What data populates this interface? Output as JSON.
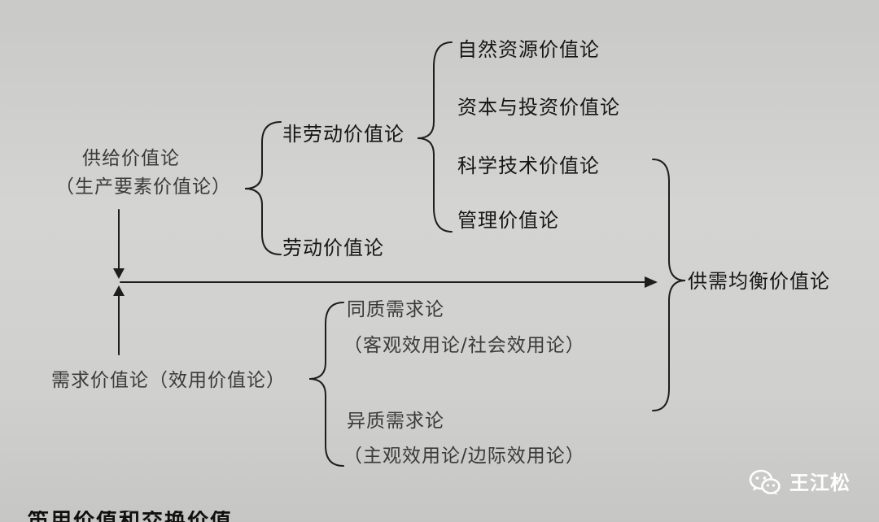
{
  "nodes": {
    "supply": "供给价值论",
    "supply_sub": "（生产要素价值论）",
    "non_labor": "非劳动价值论",
    "natural_resource": "自然资源价值论",
    "capital_investment": "资本与投资价值论",
    "science_tech": "科学技术价值论",
    "management": "管理价值论",
    "labor": "劳动价值论",
    "equilibrium": "供需均衡价值论",
    "demand": "需求价值论（效用价值论）",
    "homogeneous": "同质需求论",
    "homogeneous_sub": "（客观效用论/社会效用论）",
    "heterogeneous": "异质需求论",
    "heterogeneous_sub": "（主观效用论/边际效用论）"
  },
  "bottom_cut_text": "笛用价值和交换价值",
  "watermark": {
    "icon": "wechat-icon",
    "text": "王江松"
  },
  "colors": {
    "line": "#1e1e1e",
    "text": "#161616",
    "background": "#d0d0ce"
  }
}
